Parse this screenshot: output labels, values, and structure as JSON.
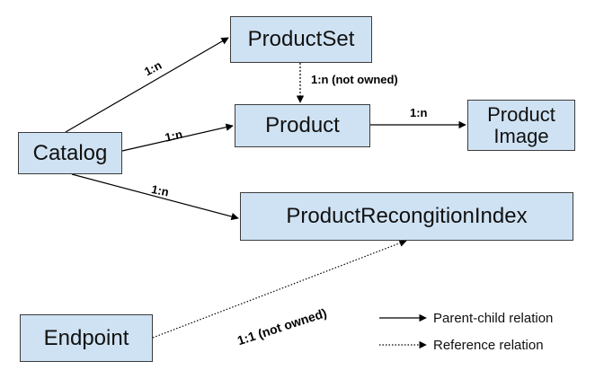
{
  "nodes": {
    "product_set": "ProductSet",
    "product": "Product",
    "product_image": "Product\nImage",
    "catalog": "Catalog",
    "index": "ProductRecongitionIndex",
    "endpoint": "Endpoint"
  },
  "edges": {
    "catalog_product_set": "1:n",
    "catalog_product": "1:n",
    "catalog_index": "1:n",
    "product_set_product": "1:n (not owned)",
    "product_product_image": "1:n",
    "endpoint_index": "1:1 (not owned)"
  },
  "legend": {
    "solid": "Parent-child relation",
    "dotted": "Reference relation"
  },
  "colors": {
    "node_fill": "#cfe2f3",
    "node_border": "#3c3c3c",
    "edge": "#000000"
  }
}
